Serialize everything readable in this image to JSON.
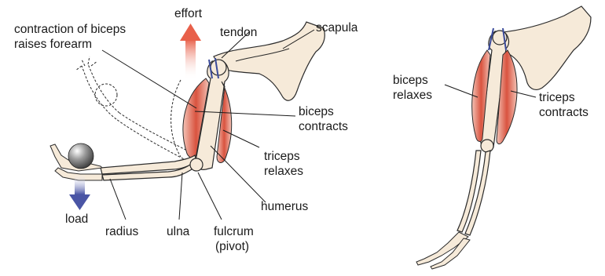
{
  "labels": {
    "contraction": [
      "contraction of biceps",
      "raises forearm"
    ],
    "effort": "effort",
    "tendon": "tendon",
    "scapula": "scapula",
    "biceps_contracts": [
      "biceps",
      "contracts"
    ],
    "triceps_relaxes": [
      "triceps",
      "relaxes"
    ],
    "humerus": "humerus",
    "load": "load",
    "radius": "radius",
    "ulna": "ulna",
    "fulcrum": [
      "fulcrum",
      "(pivot)"
    ],
    "biceps_relaxes": [
      "biceps",
      "relaxes"
    ],
    "triceps_contracts": [
      "triceps",
      "contracts"
    ]
  },
  "colors": {
    "bone_fill": "#f6ead9",
    "outline": "#2b2b2b",
    "muscle": "#d95a4a",
    "effort_arrow": "#e8604a",
    "load_arrow": "#4a55a5",
    "tendon": "#3a4a9a"
  }
}
